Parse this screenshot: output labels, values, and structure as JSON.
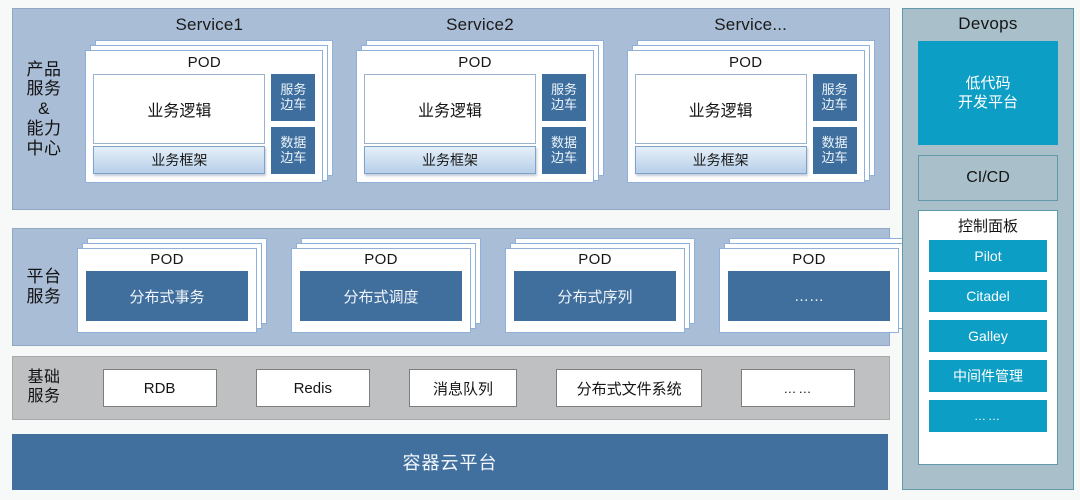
{
  "colors": {
    "page_background": "#f7f8f8",
    "band_blue": "#aabdd6",
    "band_gray": "#bfc0c2",
    "steel_blue": "#3d6e9e",
    "cloud_blue": "#41709f",
    "devops_panel": "#a9c0cb",
    "devops_border": "#5f9aab",
    "cyan_accent": "#0d9ec6",
    "framework_gradient_top": "#e5eff9",
    "framework_gradient_bottom": "#b7cfe9"
  },
  "sections": {
    "product": {
      "label_lines": [
        "产品",
        "服务",
        "&",
        "能力",
        "中心"
      ],
      "services": [
        {
          "title": "Service1",
          "pod_title": "POD",
          "logic_label": "业务逻辑",
          "framework_label": "业务框架",
          "sidecars": [
            {
              "line1": "服务",
              "line2": "边车"
            },
            {
              "line1": "数据",
              "line2": "边车"
            }
          ]
        },
        {
          "title": "Service2",
          "pod_title": "POD",
          "logic_label": "业务逻辑",
          "framework_label": "业务框架",
          "sidecars": [
            {
              "line1": "服务",
              "line2": "边车"
            },
            {
              "line1": "数据",
              "line2": "边车"
            }
          ]
        },
        {
          "title": "Service...",
          "pod_title": "POD",
          "logic_label": "业务逻辑",
          "framework_label": "业务框架",
          "sidecars": [
            {
              "line1": "服务",
              "line2": "边车"
            },
            {
              "line1": "数据",
              "line2": "边车"
            }
          ]
        }
      ]
    },
    "platform": {
      "label_lines": [
        "平台",
        "服务"
      ],
      "pods": [
        {
          "pod_title": "POD",
          "service_label": "分布式事务"
        },
        {
          "pod_title": "POD",
          "service_label": "分布式调度"
        },
        {
          "pod_title": "POD",
          "service_label": "分布式序列"
        },
        {
          "pod_title": "POD",
          "service_label": "……"
        }
      ]
    },
    "basic": {
      "label_lines": [
        "基础",
        "服务"
      ],
      "items": [
        "RDB",
        "Redis",
        "消息队列",
        "分布式文件系统",
        "……"
      ]
    },
    "cloud": {
      "label": "容器云平台"
    }
  },
  "devops": {
    "title": "Devops",
    "lowcode": {
      "line1": "低代码",
      "line2": "开发平台"
    },
    "cicd_label": "CI/CD",
    "control_panel": {
      "title": "控制面板",
      "items": [
        "Pilot",
        "Citadel",
        "Galley",
        "中间件管理",
        "……"
      ]
    }
  }
}
